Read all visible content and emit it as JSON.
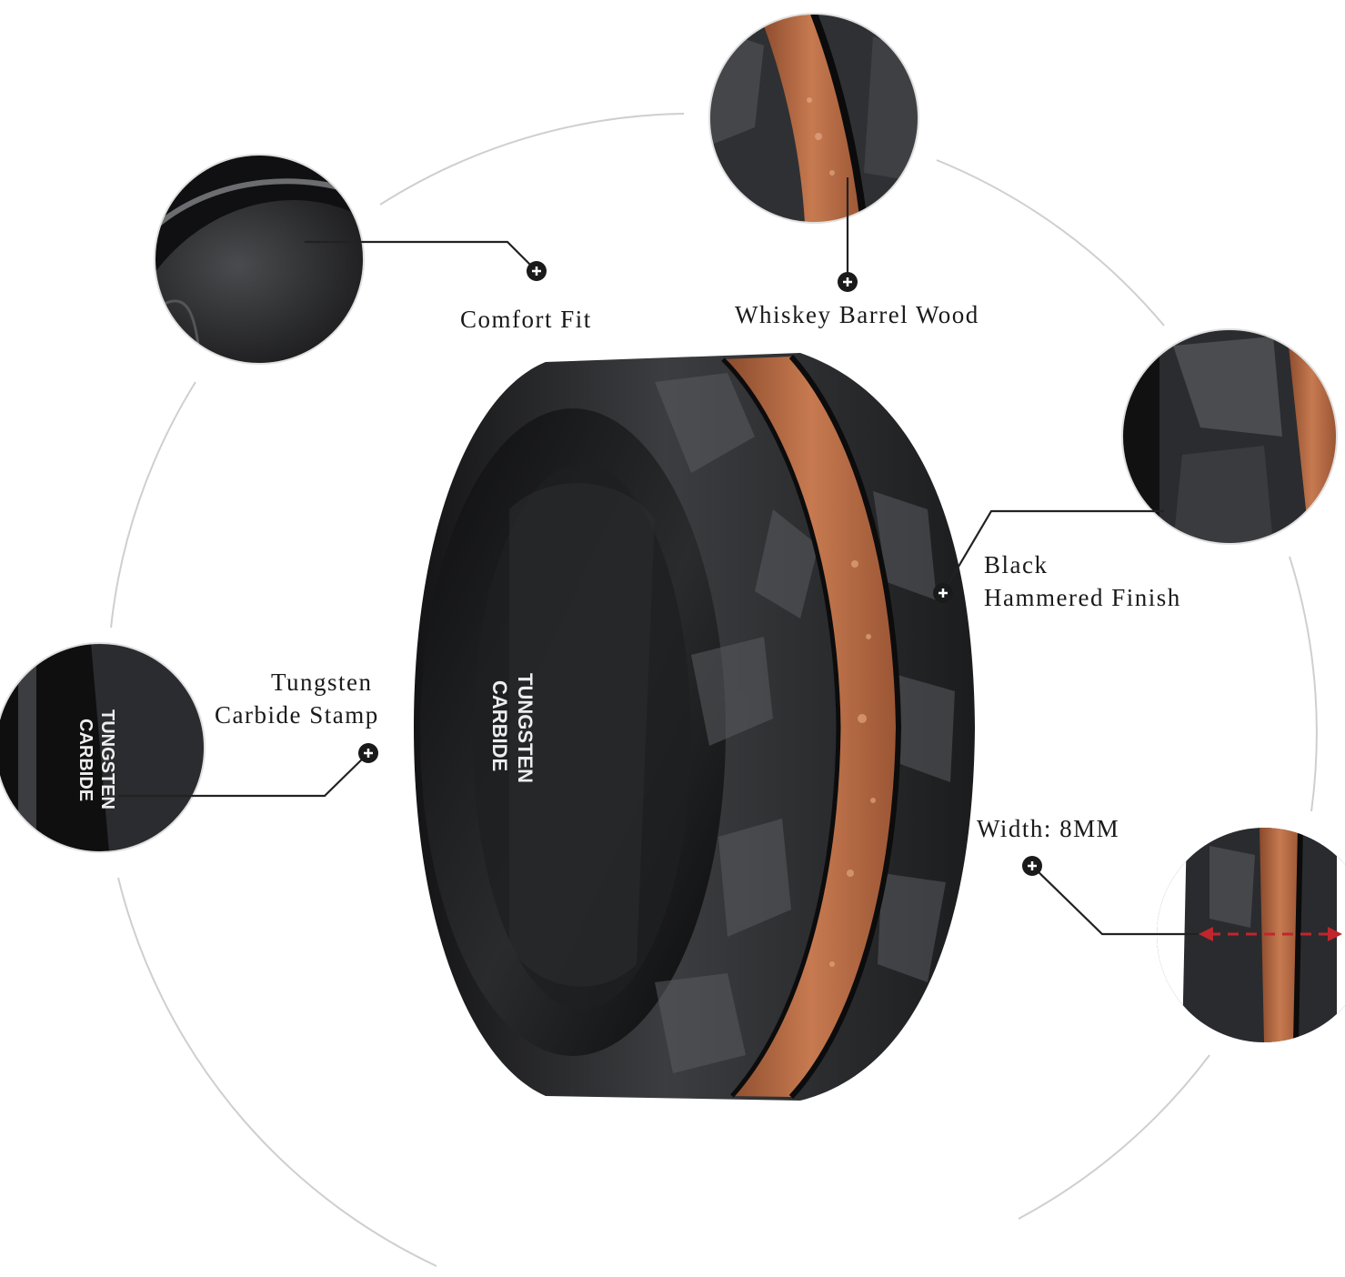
{
  "callouts": {
    "comfort_fit": "Comfort Fit",
    "whiskey_barrel_wood": "Whiskey Barrel Wood",
    "black_hammered_finish_line1": "Black",
    "black_hammered_finish_line2": "Hammered Finish",
    "tungsten_stamp_line1": "Tungsten",
    "tungsten_stamp_line2": "Carbide Stamp",
    "width": "Width: 8MM"
  },
  "engraving": {
    "line1": "TUNGSTEN",
    "line2": "CARBIDE"
  },
  "icons": [
    "plus-marker-icon"
  ],
  "colors": {
    "background": "#ffffff",
    "metal_dark": "#1c1c1e",
    "metal_mid": "#3a3b3e",
    "wood": "#b86a43",
    "wood_light": "#d99a72",
    "leader_line": "#222222",
    "guide_circle": "#c8c8c8",
    "width_arrow": "#c0262d"
  }
}
